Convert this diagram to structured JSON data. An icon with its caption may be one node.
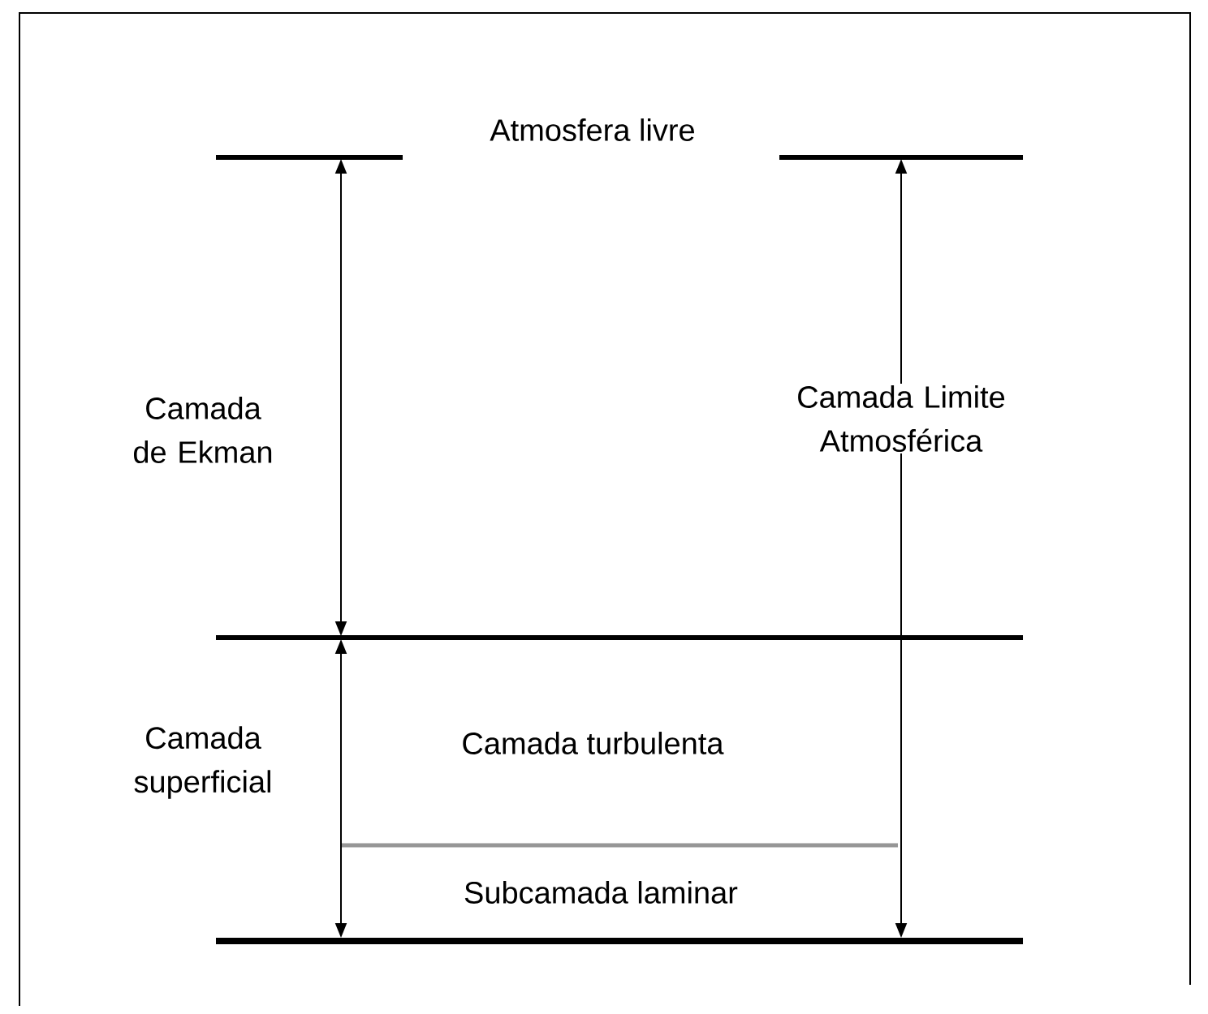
{
  "diagram": {
    "labels": [
      "Atmosfera livre",
      "Camada de Ekman",
      "Camada Limite Atmosférica",
      "Camada superficial",
      "Camada turbulenta",
      "Subcamada laminar"
    ]
  }
}
